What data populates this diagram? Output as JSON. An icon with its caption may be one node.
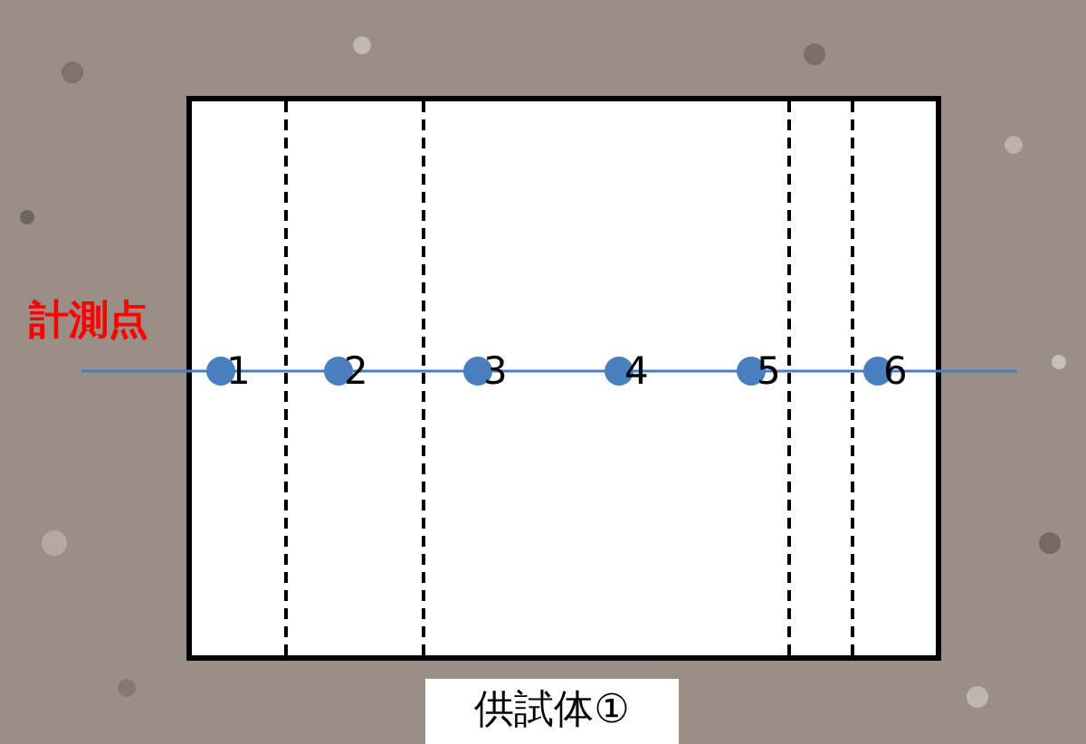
{
  "diagram": {
    "nodes": [
      {
        "text": [],
        "shape": "box",
        "beside": [
          "供試体①"
        ]
      },
      {
        "text": [],
        "shape": "circle",
        "beside": [
          "1"
        ],
        "in": 0
      },
      {
        "text": [],
        "shape": "circle",
        "beside": [
          "2"
        ],
        "in": 0
      },
      {
        "text": [],
        "shape": "circle",
        "beside": [
          "3"
        ],
        "in": 0
      },
      {
        "text": [],
        "shape": "circle",
        "beside": [
          "4"
        ],
        "in": 0
      },
      {
        "text": [],
        "shape": "circle",
        "beside": [
          "5"
        ],
        "in": 0
      },
      {
        "text": [],
        "shape": "circle",
        "beside": [
          "6"
        ],
        "in": 0
      }
    ],
    "labels": [
      "計測点"
    ]
  }
}
